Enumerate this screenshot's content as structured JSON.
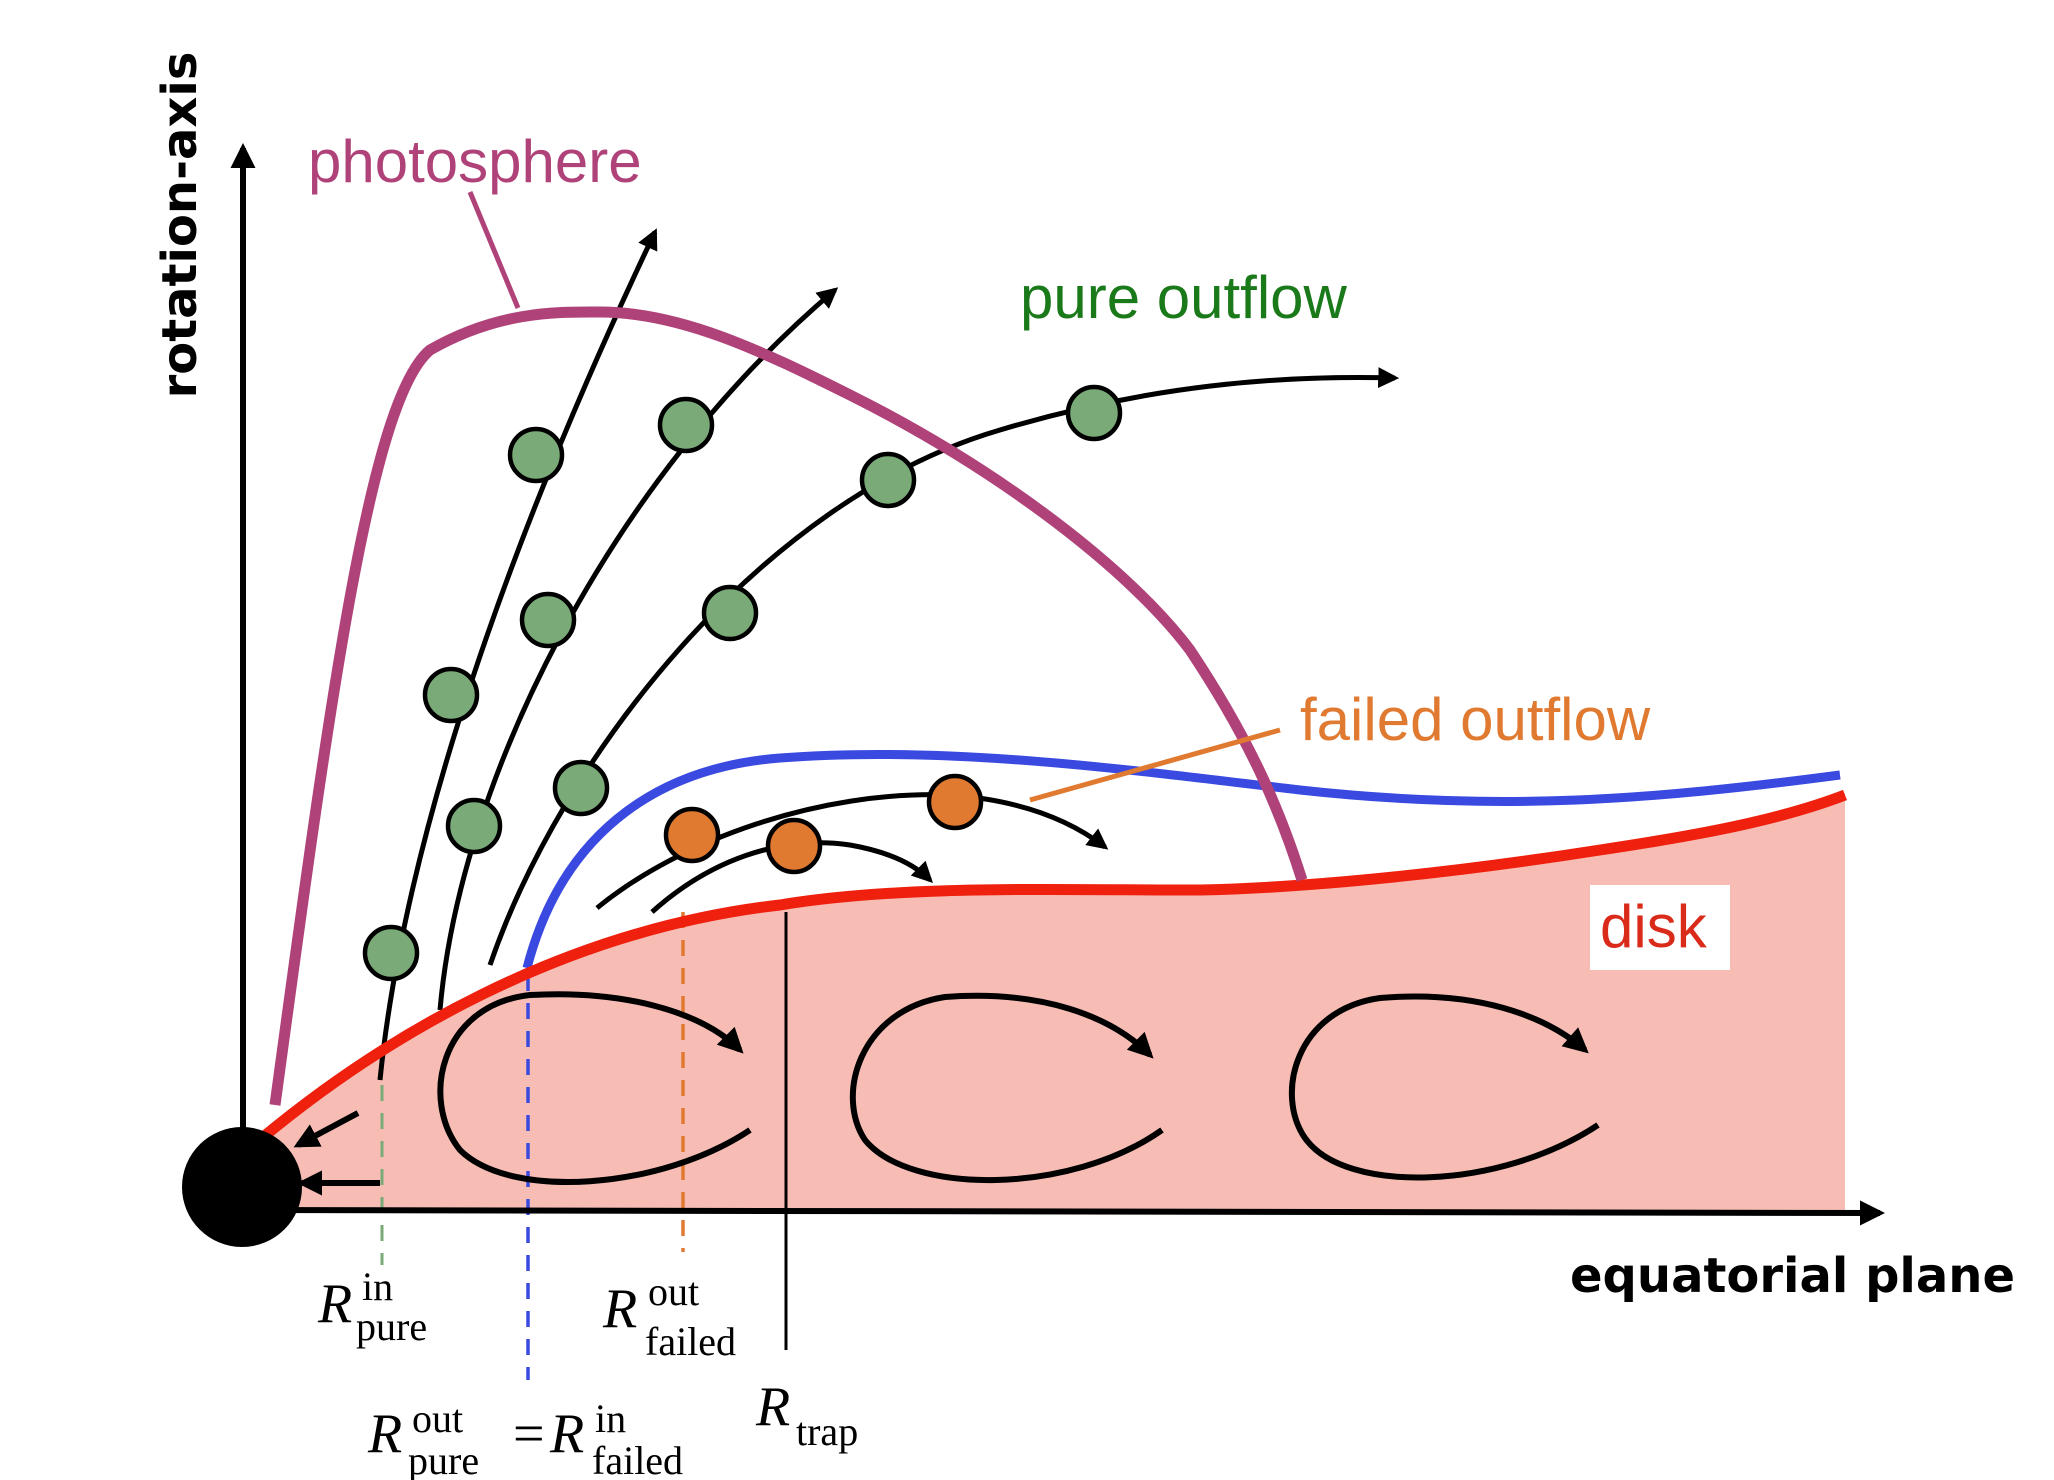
{
  "axes": {
    "vertical_label": "rotation-axis",
    "horizontal_label": "equatorial plane"
  },
  "labels": {
    "photosphere": "photosphere",
    "pure_outflow": "pure outflow",
    "failed_outflow": "failed outflow",
    "disk": "disk"
  },
  "radii": {
    "r_pure_in": {
      "main": "R",
      "sup": "in",
      "sub": "pure"
    },
    "r_failed_out": {
      "main": "R",
      "sup": "out",
      "sub": "failed"
    },
    "r_pure_out_eq": {
      "left": {
        "main": "R",
        "sup": "out",
        "sub": "pure"
      },
      "equals": "=",
      "right": {
        "main": "R",
        "sup": "in",
        "sub": "failed"
      }
    },
    "r_trap": {
      "main": "R",
      "sub": "trap"
    }
  },
  "colors": {
    "photosphere": "#b0427a",
    "pure_outflow_text": "#1a7a1a",
    "pure_outflow_marker": "#7aaa78",
    "failed_outflow": "#e07a30",
    "failed_marker": "#e07a30",
    "disk_line": "#f0200e",
    "disk_fill": "#f7bdb5",
    "disk_text": "#d92a1a",
    "boundary_blue": "#3a4ae0",
    "guide_green": "#7aaa78",
    "guide_blue": "#3a4ae0",
    "guide_orange": "#e07a30"
  }
}
